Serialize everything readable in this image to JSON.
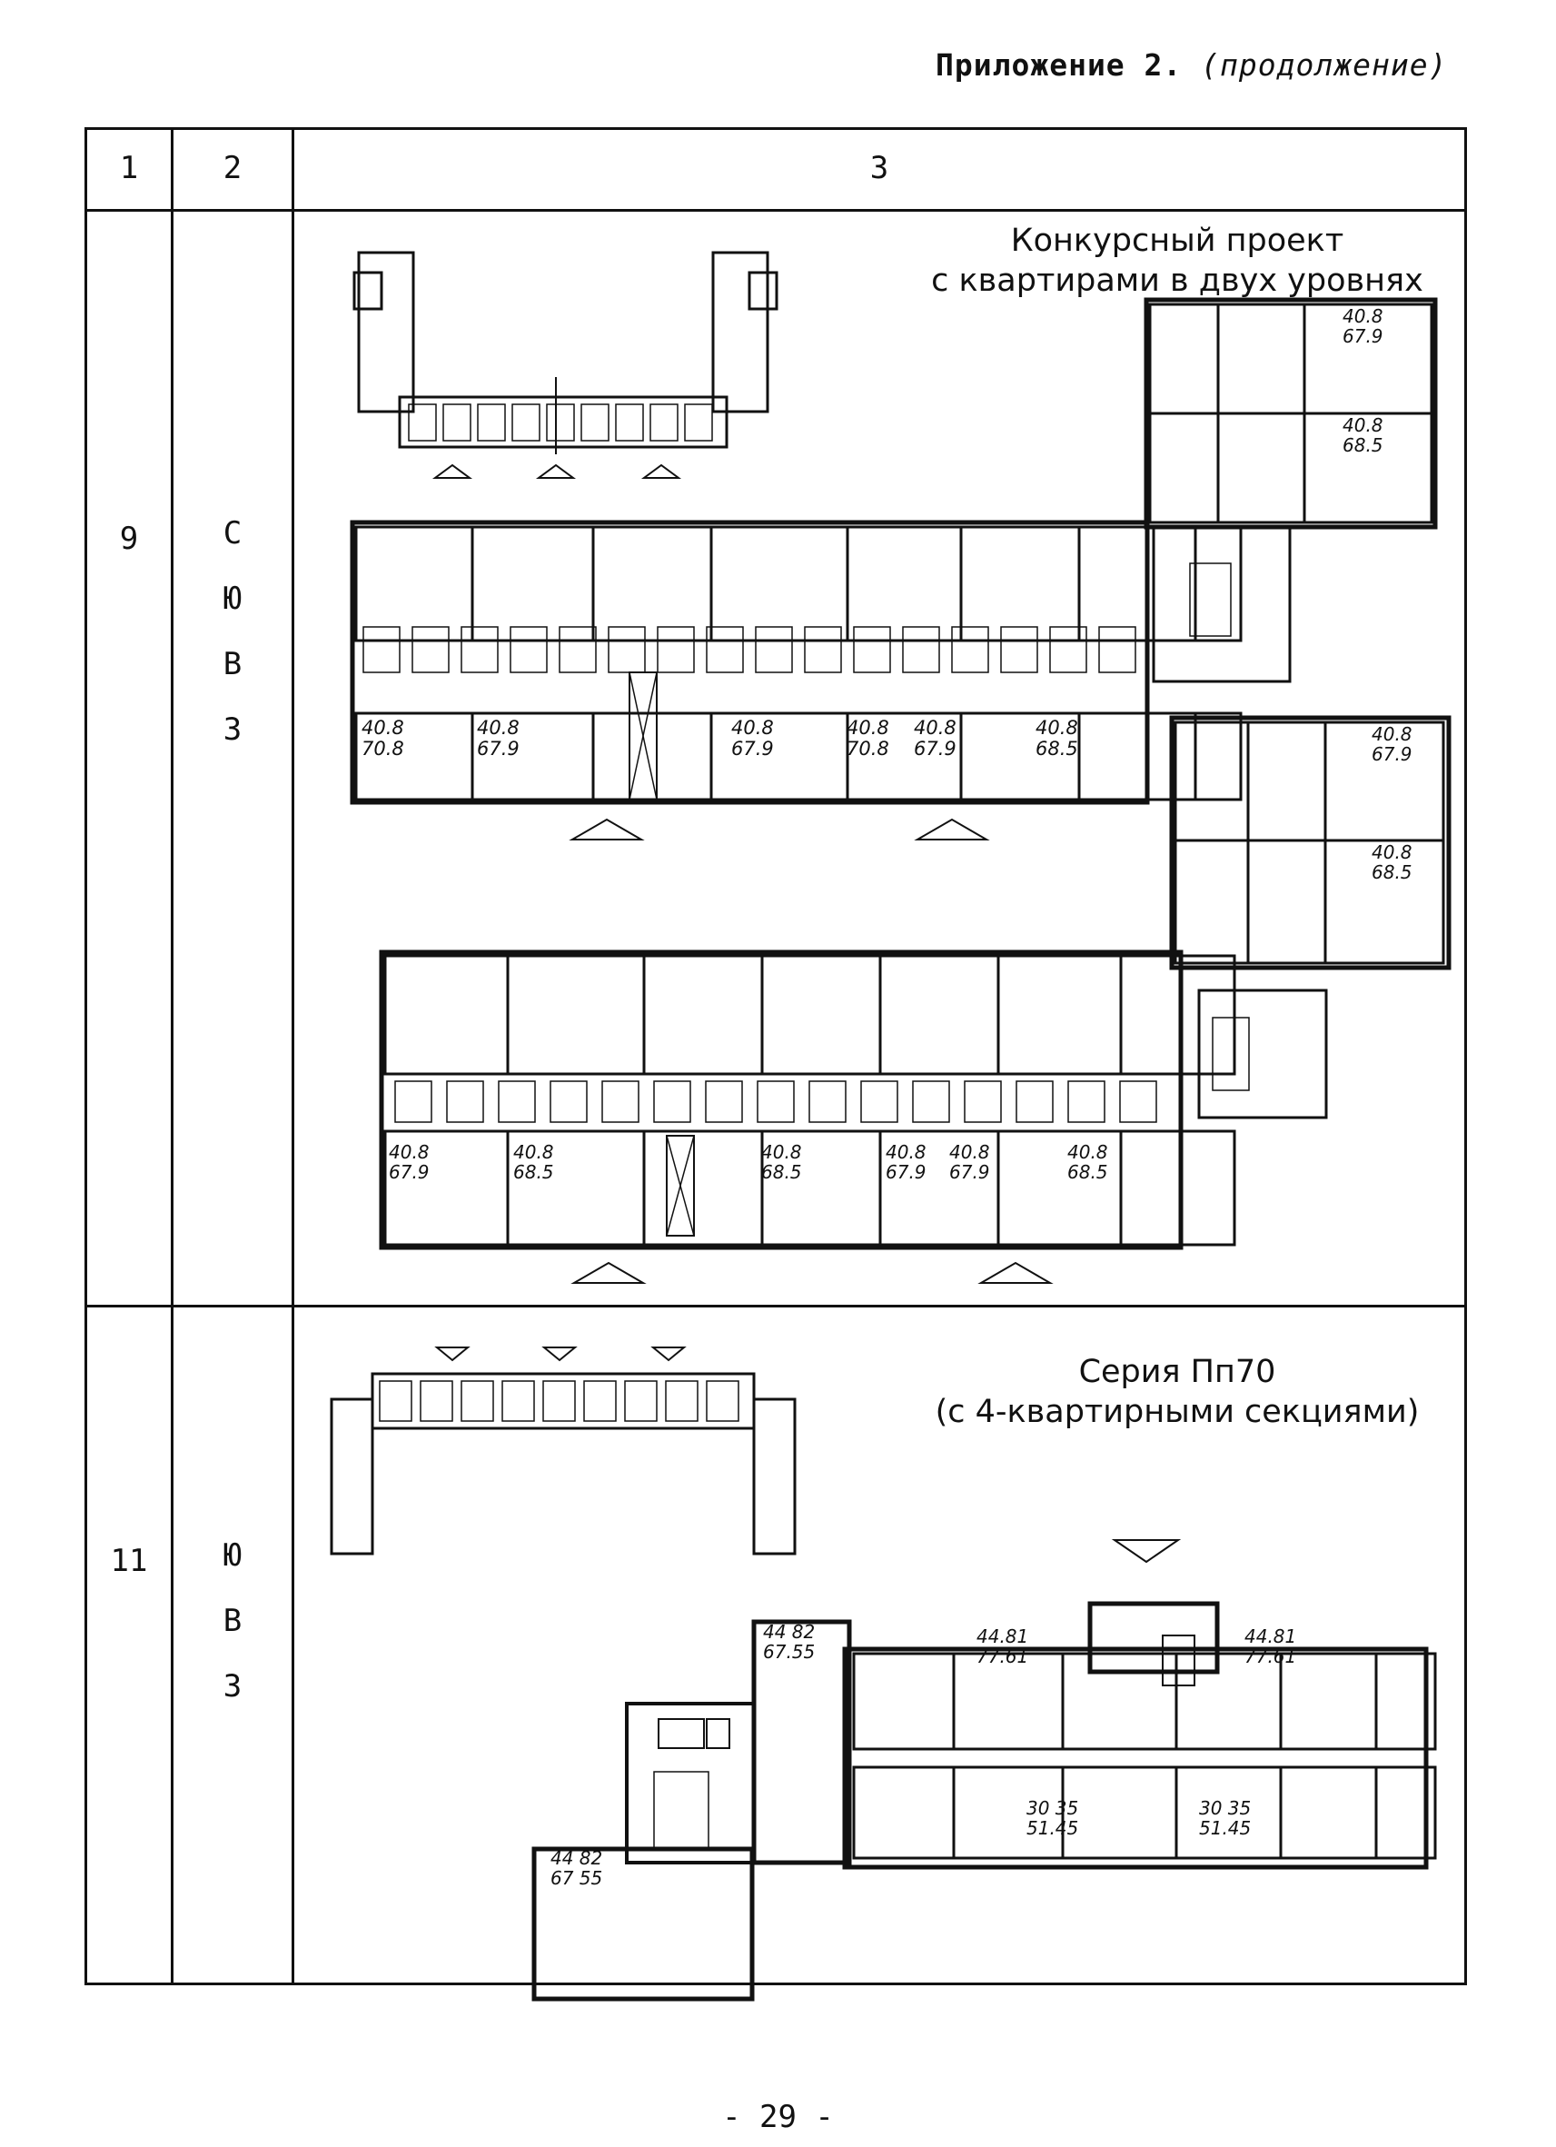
{
  "header": {
    "label": "Приложение 2.",
    "continuation": "(продолжение)"
  },
  "table": {
    "columns": [
      "1",
      "2",
      "3"
    ],
    "rows": [
      {
        "number": "9",
        "orientation": [
          "С",
          "Ю",
          "В",
          "З"
        ],
        "caption_line1": "Конкурсный проект",
        "caption_line2": "с квартирами в двух уровнях",
        "areas_upper": [
          "40.8\n70.8",
          "40.8\n67.9",
          "40.8\n67.9",
          "40.8\n70.8",
          "40.8\n67.9",
          "40.8\n68.5"
        ],
        "areas_right_top": [
          "40.8\n67.9",
          "40.8\n68.5"
        ],
        "areas_right_mid": [
          "40.8\n67.9",
          "40.8\n68.5"
        ],
        "areas_lower": [
          "40.8\n67.9",
          "40.8\n68.5",
          "40.8\n68.5",
          "40.8\n67.9",
          "40.8\n67.9",
          "40.8\n68.5"
        ]
      },
      {
        "number": "11",
        "orientation": [
          "Ю",
          "В",
          "З"
        ],
        "caption_line1": "Серия Пп70",
        "caption_line2": "(с 4-квартирными секциями)",
        "areas": [
          "44 82\n67.55",
          "44.81\n77.61",
          "44.81\n77.61",
          "30 35\n51.45",
          "30 35\n51.45",
          "44 82\n67 55"
        ]
      }
    ]
  },
  "footer": {
    "page_number": "- 29 -"
  }
}
